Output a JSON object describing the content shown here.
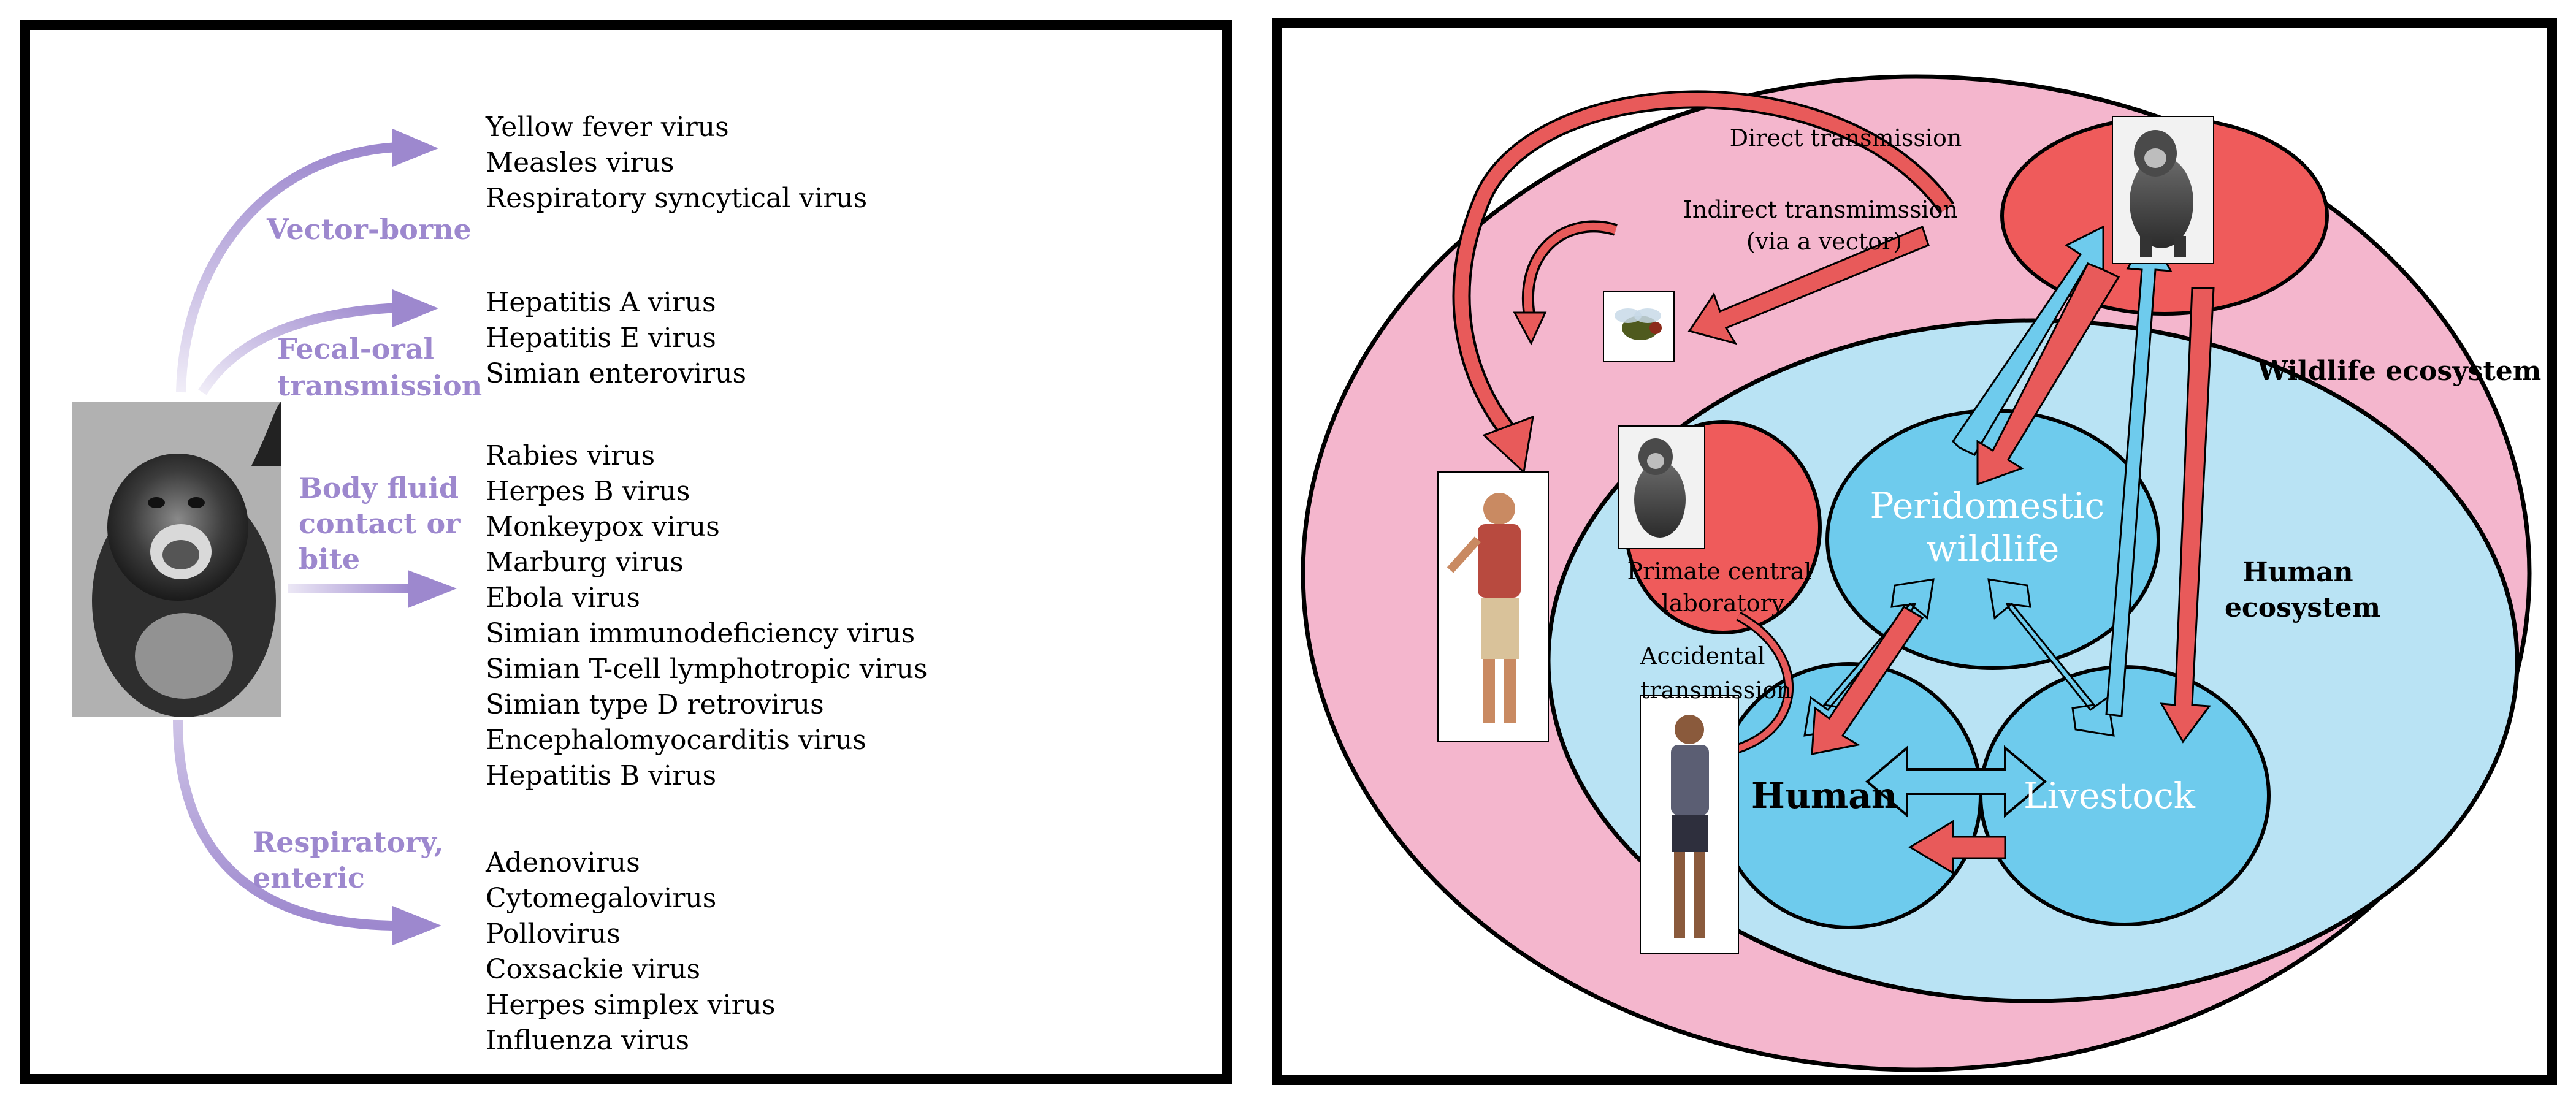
{
  "left_panel": {
    "routes": [
      {
        "label": [
          "Vector-borne"
        ],
        "viruses": [
          "Yellow fever virus",
          "Measles virus",
          "Respiratory syncytical virus"
        ]
      },
      {
        "label": [
          "Fecal-oral",
          "transmission"
        ],
        "viruses": [
          "Hepatitis A virus",
          "Hepatitis E virus",
          "Simian enterovirus"
        ]
      },
      {
        "label": [
          "Body fluid",
          "contact or",
          "bite"
        ],
        "viruses": [
          "Rabies virus",
          "Herpes B virus",
          "Monkeypox virus",
          "Marburg virus",
          "Ebola virus",
          "Simian immunodeficiency virus",
          "Simian T-cell lymphotropic virus",
          "Simian type D retrovirus",
          "Encephalomyocarditis virus",
          "Hepatitis B virus"
        ]
      },
      {
        "label": [
          "Respiratory,",
          "enteric"
        ],
        "viruses": [
          "Adenovirus",
          "Cytomegalovirus",
          "Pollovirus",
          "Coxsackie virus",
          "Herpes simplex virus",
          "Influenza virus"
        ]
      }
    ]
  },
  "right_panel": {
    "labels": {
      "direct_transmission": "Direct transmission",
      "indirect_line1": "Indirect transmimssion",
      "indirect_line2": "(via a vector)",
      "wildlife_ecosystem": "Wildlife ecosystem",
      "human_ecosystem_line1": "Human",
      "human_ecosystem_line2": "ecosystem",
      "peridomestic_line1": "Peridomestic",
      "peridomestic_line2": "wildlife",
      "primate_lab_line1": "Primate central",
      "primate_lab_line2": "laboratory",
      "accidental_line1": "Accidental",
      "accidental_line2": "transmission",
      "human": "Human",
      "livestock": "Livestock"
    },
    "icons": [
      "monkey-photo",
      "fly-icon",
      "man-icon",
      "woman-icon"
    ]
  },
  "colors": {
    "route_purple": "#9d88ce",
    "outer_pink": "#f4b6cd",
    "inner_blue": "#b9e3f4",
    "node_blue": "#6ecbed",
    "node_red": "#ef5b5b",
    "arrow_red": "#e85a5a",
    "arrow_blue": "#6ecbed"
  }
}
